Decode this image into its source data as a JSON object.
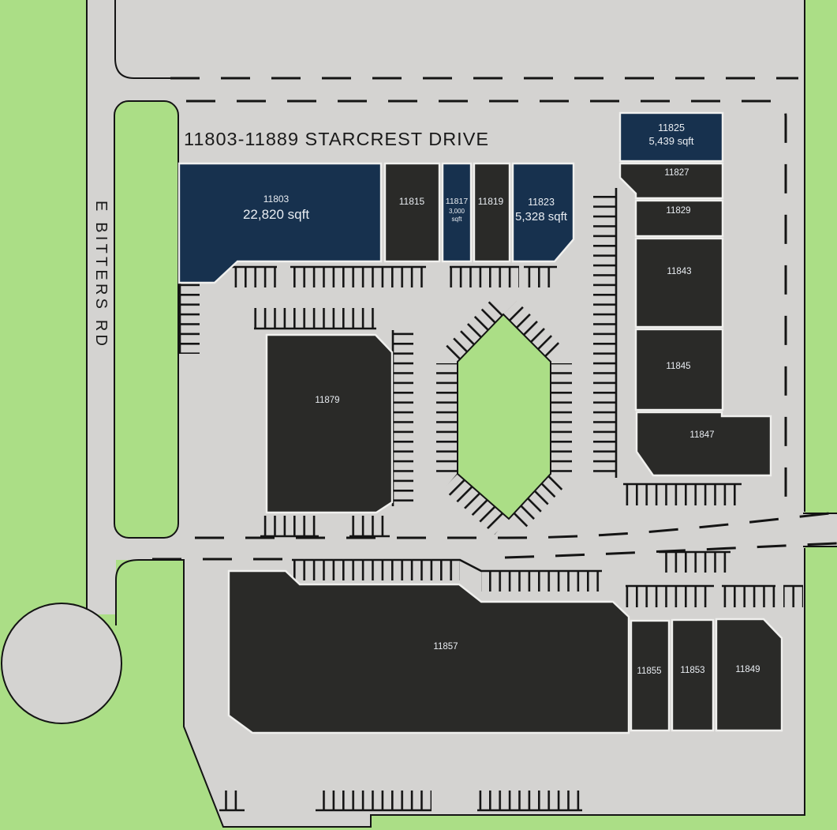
{
  "title": "11803-11889 STARCREST DRIVE",
  "roads": {
    "left_road": "E BITTERS RD"
  },
  "colors": {
    "grass": "#abde86",
    "pavement": "#d4d3d1",
    "line": "#141414",
    "building_dark": "#2a2a28",
    "building_highlight": "#17314e",
    "building_outline": "#f0f0ee",
    "label_light": "#e9edf2",
    "label_dark": "#1a1a1a"
  },
  "units": {
    "u11803": {
      "number": "11803",
      "area": "22,820 sqft",
      "highlighted": true
    },
    "u11815": {
      "number": "11815",
      "highlighted": false
    },
    "u11817": {
      "number": "11817",
      "area_line1": "3,000",
      "area_line2": "sqft",
      "highlighted": true
    },
    "u11819": {
      "number": "11819",
      "highlighted": false
    },
    "u11823": {
      "number": "11823",
      "area": "5,328 sqft",
      "highlighted": true
    },
    "u11825": {
      "number": "11825",
      "area": "5,439 sqft",
      "highlighted": true
    },
    "u11827": {
      "number": "11827",
      "highlighted": false
    },
    "u11829": {
      "number": "11829",
      "highlighted": false
    },
    "u11843": {
      "number": "11843",
      "highlighted": false
    },
    "u11845": {
      "number": "11845",
      "highlighted": false
    },
    "u11847": {
      "number": "11847",
      "highlighted": false
    },
    "u11879": {
      "number": "11879",
      "highlighted": false
    },
    "u11857": {
      "number": "11857",
      "highlighted": false
    },
    "u11855": {
      "number": "11855",
      "highlighted": false
    },
    "u11853": {
      "number": "11853",
      "highlighted": false
    },
    "u11849": {
      "number": "11849",
      "highlighted": false
    }
  }
}
